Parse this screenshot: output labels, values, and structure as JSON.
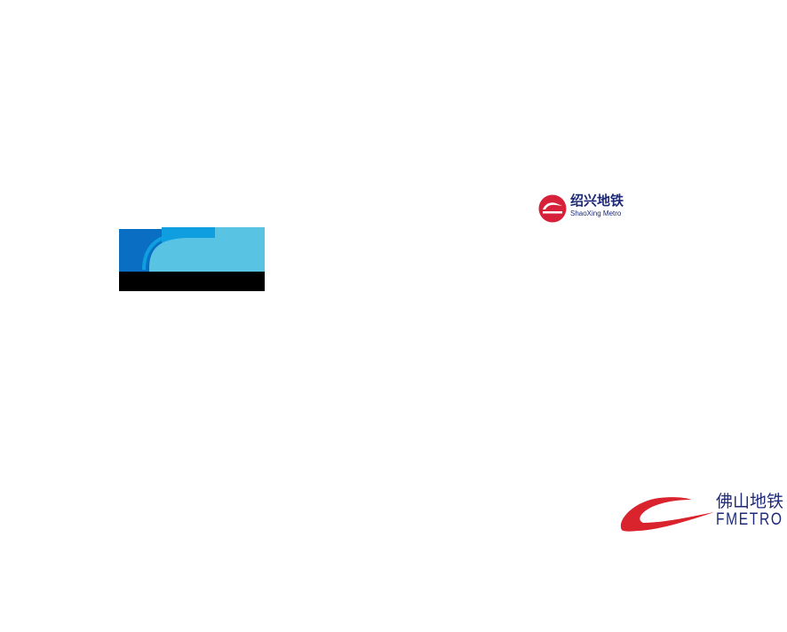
{
  "canvas": {
    "background": "#ffffff"
  },
  "logos": [
    {
      "id": "blue-wave-logo",
      "colors": {
        "dark_blue": "#0a6fc2",
        "mid_blue": "#0f9ee0",
        "light_blue": "#58c3e3",
        "band": "#000000"
      }
    },
    {
      "id": "shaoxing-metro-logo",
      "name_cn": "绍兴地铁",
      "name_en": "ShaoXing Metro",
      "colors": {
        "emblem": "#d7203a",
        "text": "#1e2a78"
      }
    },
    {
      "id": "foshan-metro-logo",
      "name_cn": "佛山地铁",
      "name_en": "FMETRO",
      "colors": {
        "swoosh": "#d9232d",
        "text": "#1e2a78"
      }
    }
  ]
}
